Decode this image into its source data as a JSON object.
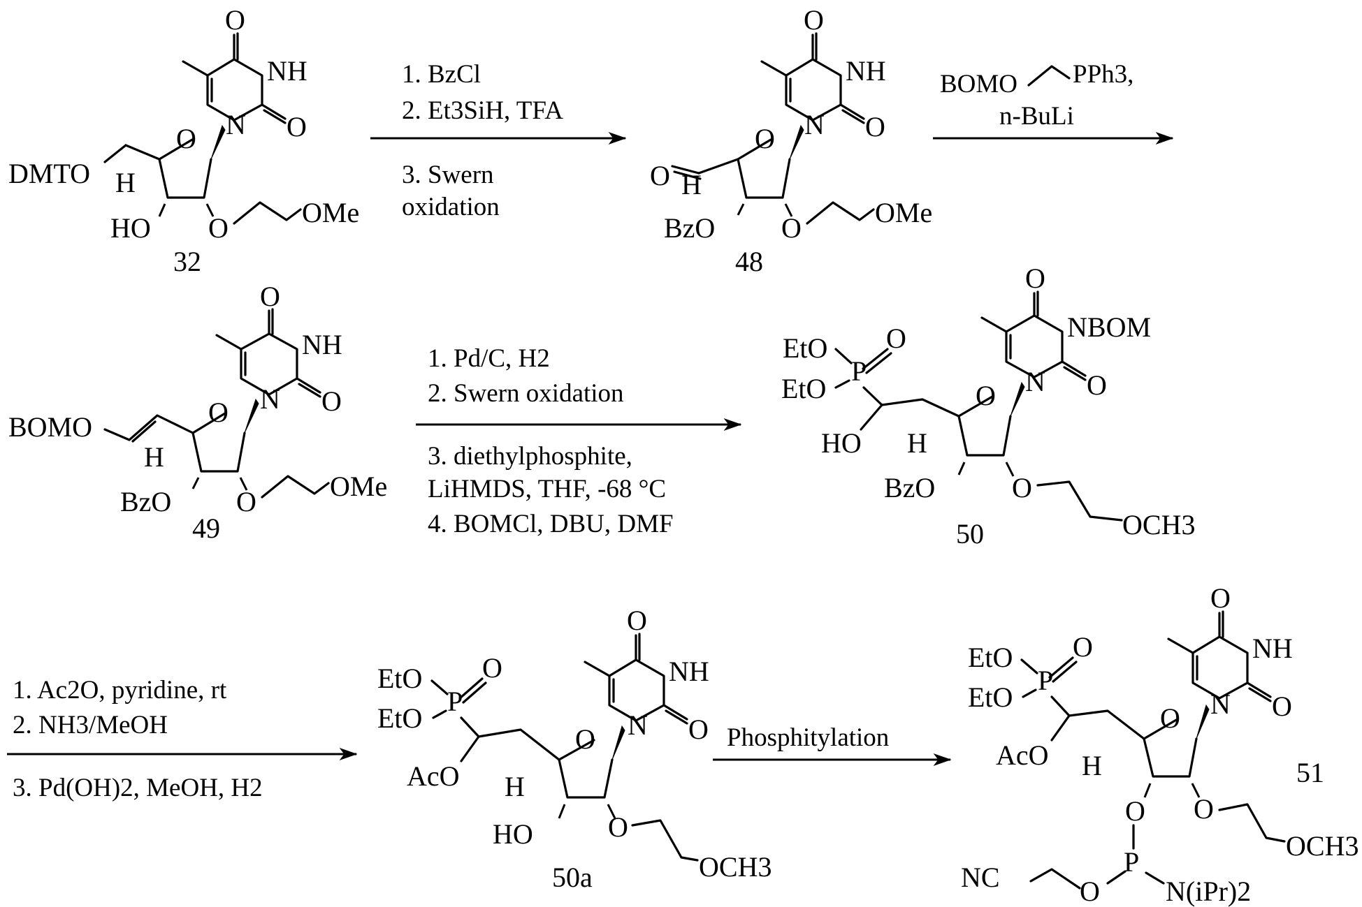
{
  "diagram": {
    "compounds": [
      {
        "id": "c32",
        "number": "32",
        "labels": [
          "O",
          "NH",
          "O",
          "N",
          "O",
          "DMTO",
          "H",
          "HO",
          "O",
          "OMe"
        ]
      },
      {
        "id": "c48",
        "number": "48",
        "labels": [
          "O",
          "NH",
          "O",
          "N",
          "O",
          "O",
          "H",
          "BzO",
          "O",
          "OMe"
        ]
      },
      {
        "id": "c49",
        "number": "49",
        "labels": [
          "O",
          "NH",
          "O",
          "N",
          "O",
          "BOMO",
          "H",
          "BzO",
          "O",
          "OMe"
        ]
      },
      {
        "id": "c50",
        "number": "50",
        "labels": [
          "O",
          "NBOM",
          "O",
          "N",
          "O",
          "EtO",
          "EtO",
          "P",
          "O",
          "HO",
          "H",
          "BzO",
          "O",
          "OCH3"
        ]
      },
      {
        "id": "c50a",
        "number": "50a",
        "labels": [
          "O",
          "NH",
          "O",
          "N",
          "O",
          "EtO",
          "EtO",
          "P",
          "O",
          "AcO",
          "H",
          "HO",
          "O",
          "OCH3"
        ]
      },
      {
        "id": "c51",
        "number": "51",
        "labels": [
          "O",
          "NH",
          "O",
          "N",
          "O",
          "EtO",
          "EtO",
          "P",
          "O",
          "AcO",
          "H",
          "O",
          "P",
          "O",
          "NC",
          "N(iPr)2",
          "O",
          "OCH3"
        ]
      }
    ],
    "steps": [
      {
        "id": "step1",
        "from": "32",
        "to": "48",
        "above": [
          "1.  BzCl",
          "2.  Et3SiH, TFA"
        ],
        "below": [
          "3.  Swern",
          "oxidation"
        ]
      },
      {
        "id": "step2",
        "from": "48",
        "to": "49",
        "above": [
          "BOMO",
          "PPh3,",
          "n-BuLi"
        ],
        "below": []
      },
      {
        "id": "step3",
        "from": "49",
        "to": "50",
        "above": [
          "1.  Pd/C, H2",
          "2.  Swern oxidation"
        ],
        "below": [
          "3. diethylphosphite,",
          "LiHMDS, THF, -68 °C",
          "4.  BOMCl, DBU, DMF"
        ]
      },
      {
        "id": "step4",
        "from": "50",
        "to": "50a",
        "above": [
          "1.  Ac2O, pyridine, rt",
          "2.  NH3/MeOH"
        ],
        "below": [
          "3.  Pd(OH)2, MeOH, H2"
        ]
      },
      {
        "id": "step5",
        "from": "50a",
        "to": "51",
        "above": [
          "Phosphitylation"
        ],
        "below": []
      }
    ]
  }
}
